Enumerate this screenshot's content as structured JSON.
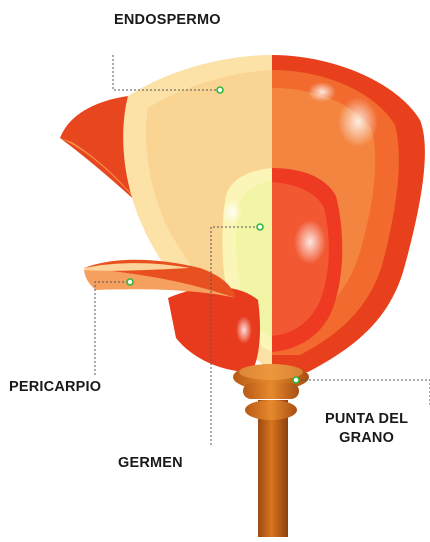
{
  "labels": {
    "endospermo": "ENDOSPERMO",
    "pericarpio": "PERICARPIO",
    "germen": "GERMEN",
    "punta_line1": "PUNTA DEL",
    "punta_line2": "GRANO"
  },
  "colors": {
    "pericarp_dark": "#e8401c",
    "pericarp_mid": "#f26a2e",
    "endosperm_light": "#fde2a8",
    "endosperm_mid": "#f8c882",
    "germ_light": "#fbf6b8",
    "germ_red": "#ee3a22",
    "tip_orange": "#d9701f",
    "stem_brown": "#c2651a",
    "marker_green": "#2db83a",
    "leader_line": "#555555"
  }
}
